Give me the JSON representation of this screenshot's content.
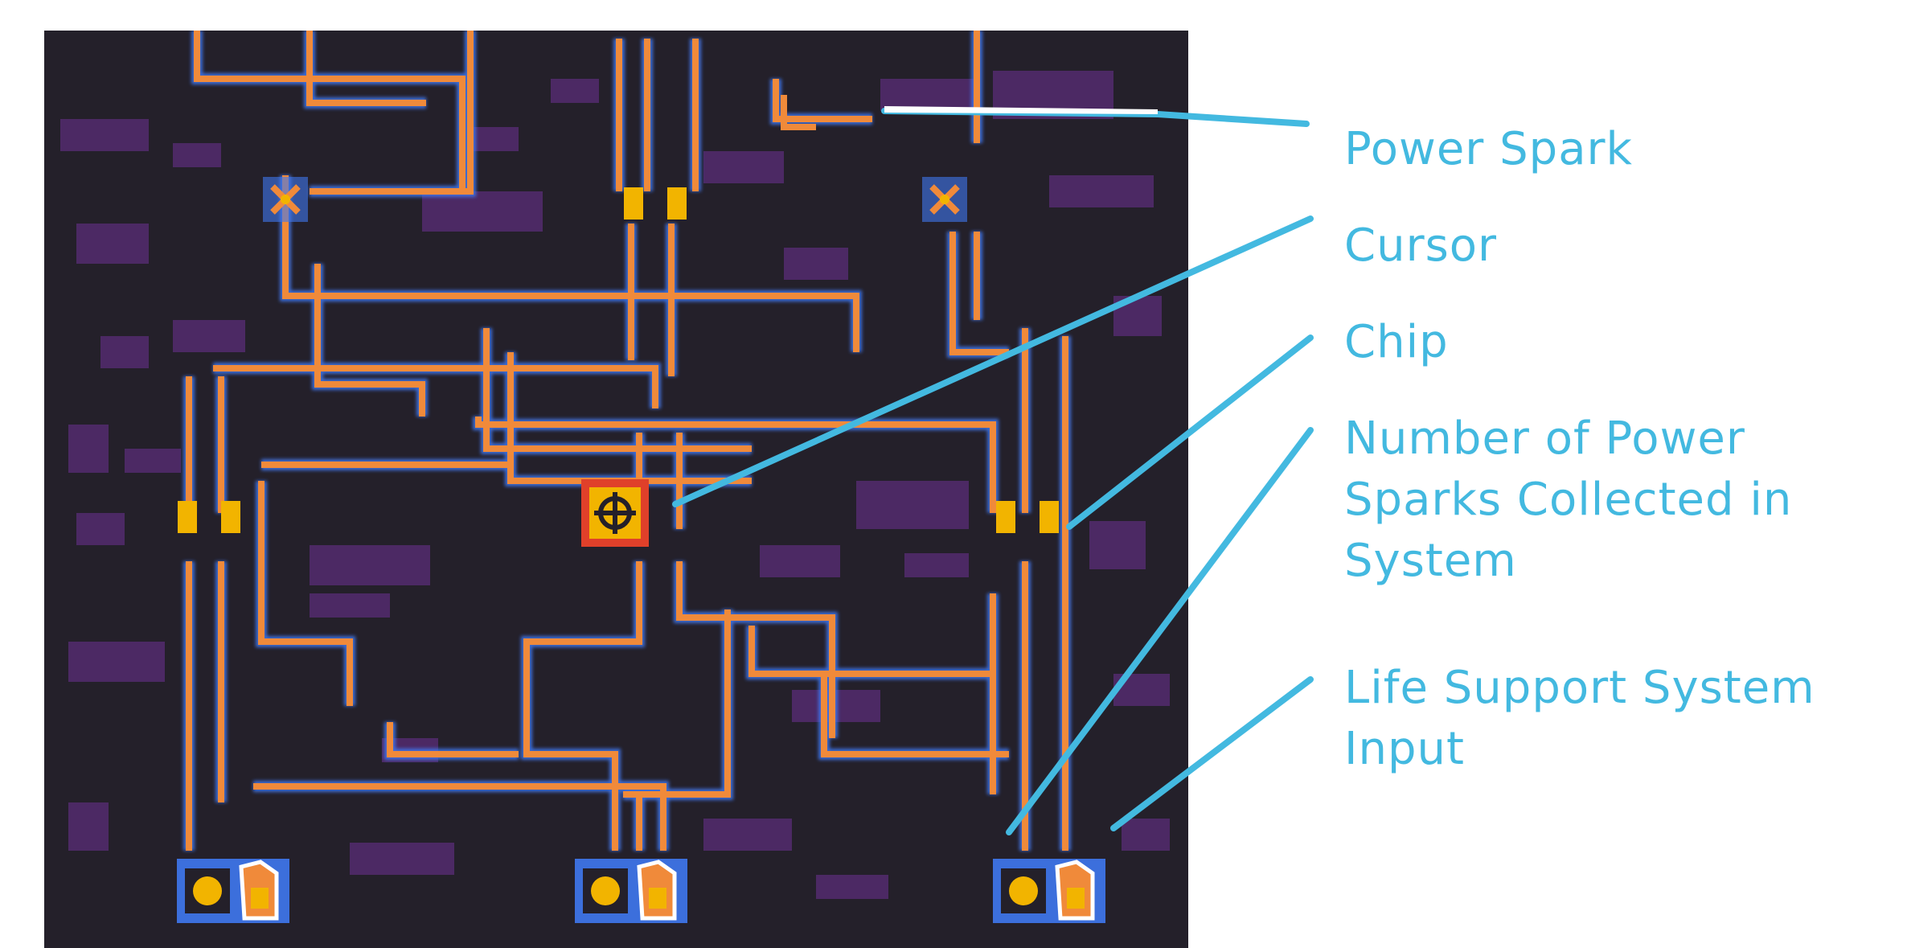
{
  "callouts": {
    "power_spark": "Power Spark",
    "cursor": "Cursor",
    "chip": "Chip",
    "spark_count": [
      "Number of Power",
      "Sparks Collected in",
      "System"
    ],
    "life_support": [
      "Life Support System",
      "Input"
    ]
  },
  "colors": {
    "background": "#24202a",
    "wire_orange": "#f08a3a",
    "wire_blue": "#3f78f0",
    "chip_yellow": "#f2b400",
    "cursor_red": "#e0402a",
    "board_text_purple": "#7a3a9a",
    "label_blue": "#43b9e0"
  },
  "icons": {
    "power_spark": "x-spark-icon",
    "cursor": "crosshair-cursor-icon",
    "chip": "yellow-chip-icon",
    "spark_counter": "orb-counter-icon",
    "life_support_input": "flask-input-icon"
  }
}
